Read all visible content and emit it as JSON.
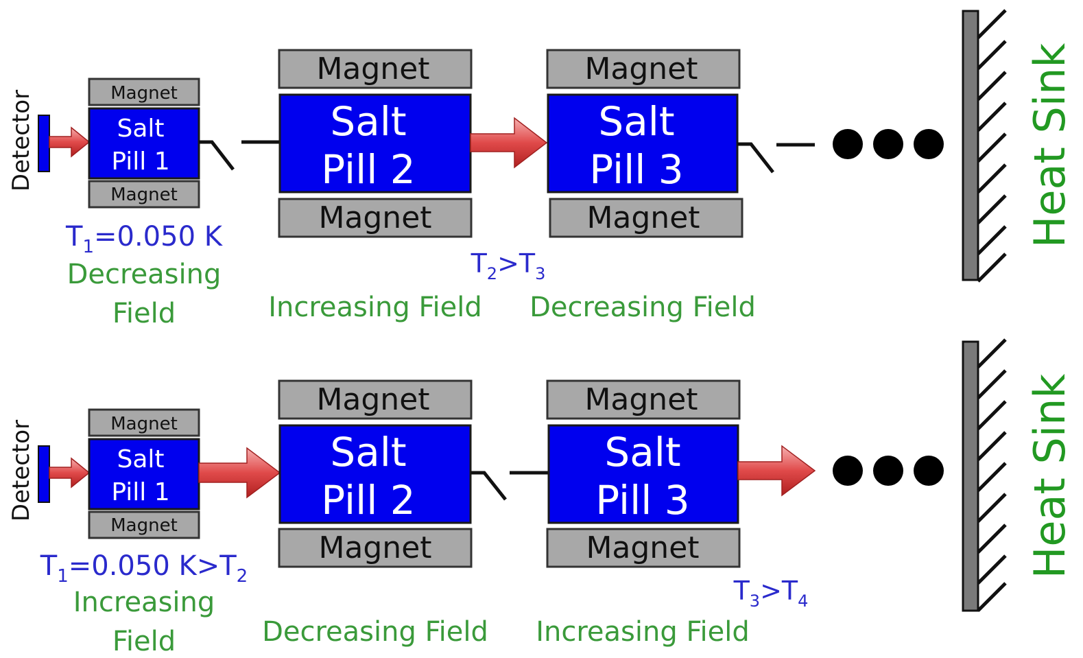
{
  "labels": {
    "detector": "Detector",
    "magnet": "Magnet",
    "salt": "Salt",
    "pill1": "Pill 1",
    "pill2": "Pill 2",
    "pill3": "Pill 3",
    "heat_sink": "Heat Sink"
  },
  "top": {
    "t1_prefix": "T",
    "t1_sub": "1",
    "t1_value": "=0.050 K",
    "pill1_field_line1": "Decreasing",
    "pill1_field_line2": "Field",
    "t_compare_a": "T",
    "t_compare_a_sub": "2",
    "t_compare_op": ">T",
    "t_compare_b_sub": "3",
    "pill2_field": "Increasing Field",
    "pill3_field": "Decreasing Field"
  },
  "bottom": {
    "t1_prefix": "T",
    "t1_sub": "1",
    "t1_value": "=0.050 K>T",
    "t1_sub2": "2",
    "pill1_field_line1": "Increasing",
    "pill1_field_line2": "Field",
    "t_compare_a": "T",
    "t_compare_a_sub": "3",
    "t_compare_op": ">T",
    "t_compare_b_sub": "4",
    "pill2_field": "Decreasing Field",
    "pill3_field": "Increasing Field"
  },
  "colors": {
    "salt_fill": "#0000ee",
    "magnet_fill": "#a8a8a8",
    "heat_flow_arrow": "#e04a4a",
    "temperature_text": "#2a2acc",
    "field_text": "#3a9a3a",
    "heat_sink_text": "#229922"
  }
}
